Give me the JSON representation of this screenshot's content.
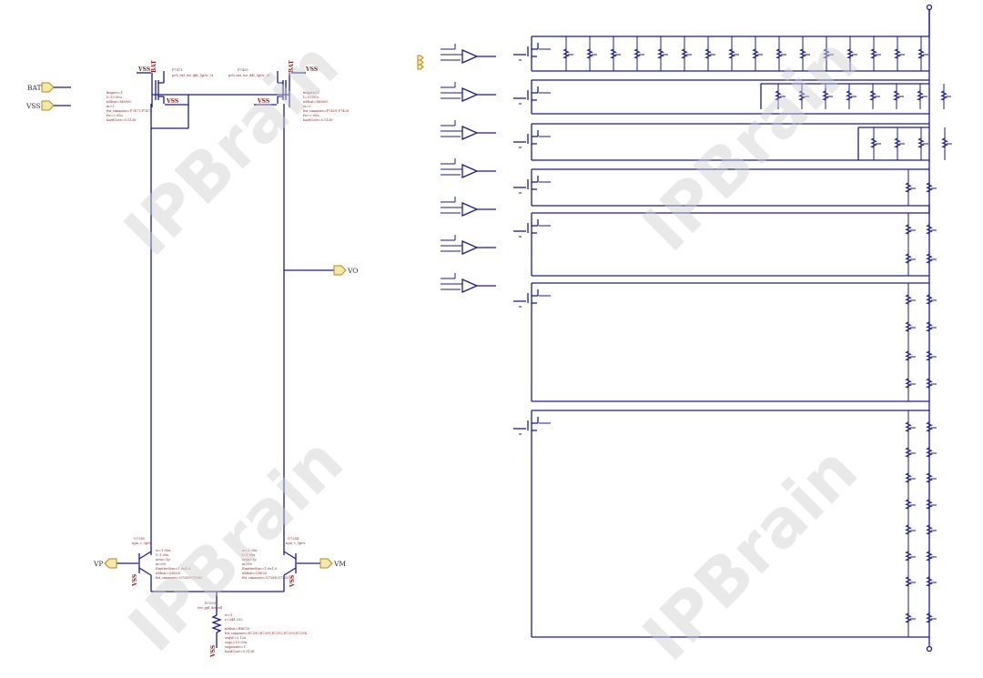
{
  "pins": {
    "bat": "BAT",
    "vss": "VSS",
    "vo": "VO",
    "vp": "VP",
    "vm": "VM"
  },
  "supply_labels": {
    "vss_tl1": "VSS",
    "vss_tl2": "VSS",
    "vss_tr1": "VSS",
    "vss_tr2": "VSS",
    "vdd_bat_left": "BAT",
    "vdd_bat_right": "BAT",
    "vss_bl": "VSS",
    "vss_br": "VSS",
    "vss_res": "VSS"
  },
  "devices": {
    "p_left": {
      "name": "P7471",
      "model": "pch_ext_iso_ddt_5p0v_3t",
      "params": [
        "fingers=1",
        "l=10.00u",
        "nfdeat=M8005",
        "m=2",
        "fnt_cxnames=P7471;P7472",
        "fw=2.00u",
        "hardCorr=0.5136"
      ]
    },
    "p_right": {
      "name": "P7429",
      "model": "pch_ext_iso_ddt_5p0v_3t",
      "params": [
        "fingers=1",
        "l=10.00u",
        "nfdeat=M8005",
        "m=2",
        "fnt_cxnames=P7429;P7428",
        "fw=2.00u",
        "hardCorr=0.5136"
      ]
    },
    "q_left": {
      "name": "Q7285",
      "model": "npn_c_3p0v",
      "params": [
        "w=1.00u",
        "l=1.00u",
        "area=1p",
        "m=60",
        "EmitterSize=1.0u1.0",
        "nfdeat=Q8026",
        "fnt_cxnames=Q7285;Q7282"
      ]
    },
    "q_right": {
      "name": "Q7284",
      "model": "npn_c_3p0v",
      "params": [
        "w=1.00u",
        "l=1.00u",
        "area=1p",
        "m=60",
        "EmitterSize=1.0u1.0",
        "nfdeat=Q8026",
        "fnt_cxnames=Q7284;Q7283"
      ]
    },
    "r_tail": {
      "name": "R7290",
      "model": "res_ppl_dnwell",
      "params": [
        "w=1",
        "r=244.333",
        "nfdeat=RRC10",
        "fnt_cxnames=R7290;R7291;R7292;R7293;R7294",
        "segW=2.12u",
        "segL=10.00u",
        "segments=1",
        "hardCorr=0.5136"
      ]
    }
  },
  "watermark": "IPBrain",
  "ladder": {
    "top_row_resistors": 16,
    "row2_resistors": 8,
    "row3_resistors": 4,
    "col_resistors": [
      1,
      2,
      4,
      8
    ]
  }
}
